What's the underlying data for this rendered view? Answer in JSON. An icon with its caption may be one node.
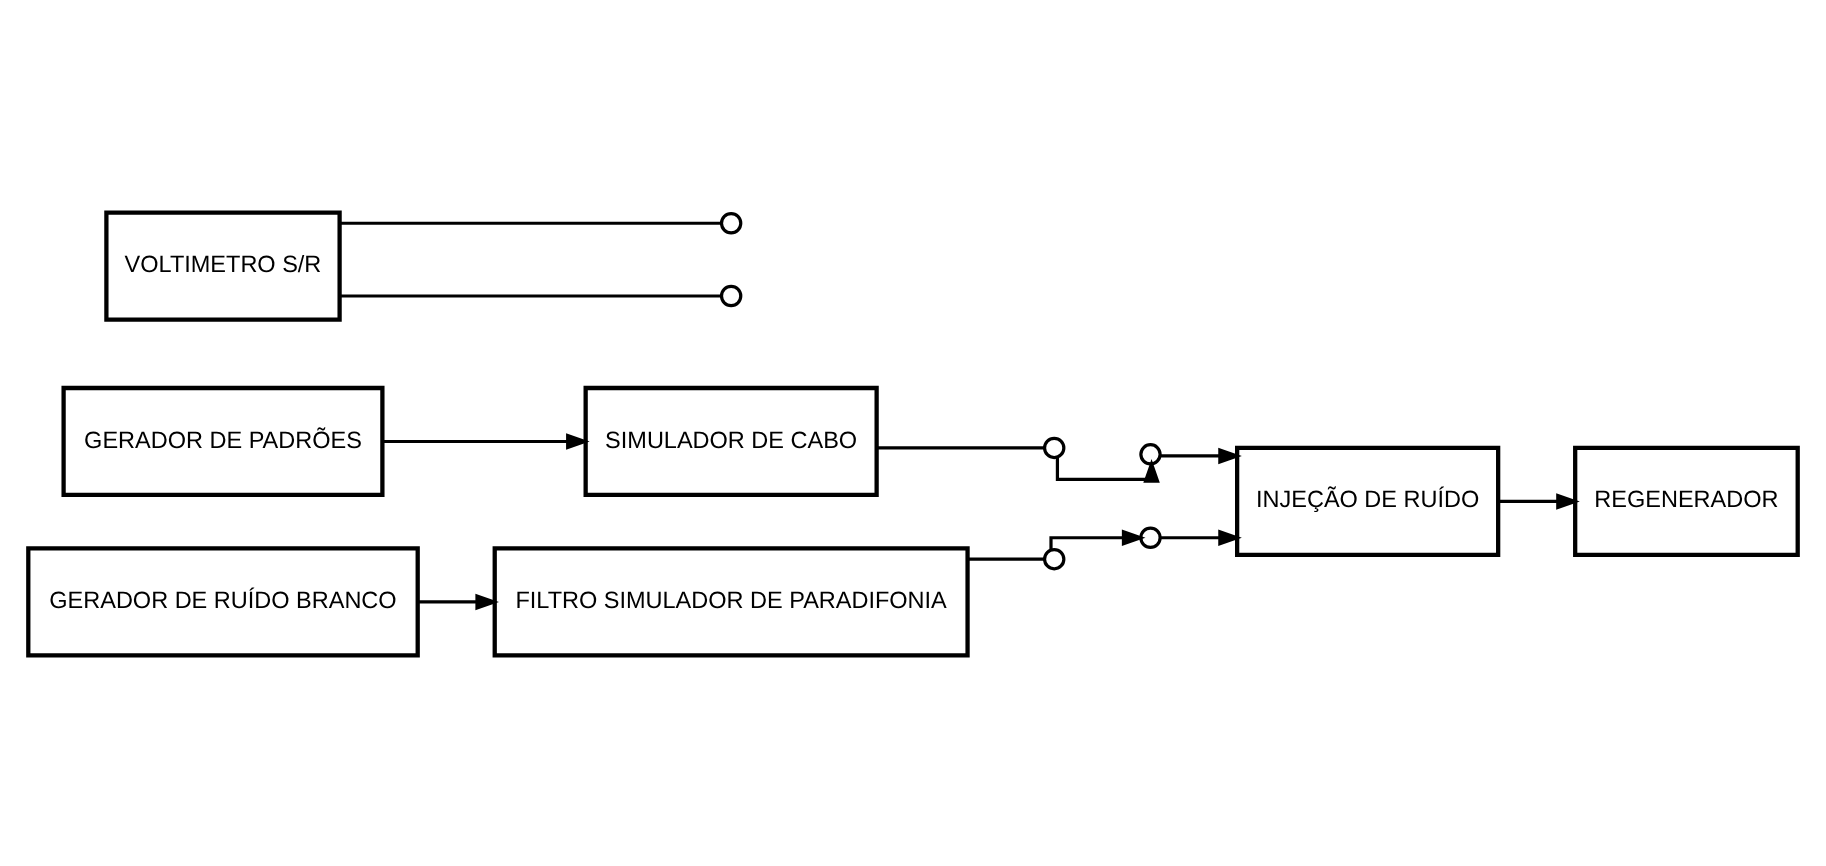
{
  "diagram": {
    "nodes": [
      {
        "text": [
          "GERADOR DE PADRÕES"
        ]
      },
      {
        "text": [
          "SIMULADOR DE CABO"
        ]
      },
      {
        "text": [],
        "shape": "circle"
      },
      {
        "text": [],
        "shape": "circle"
      },
      {
        "text": [
          "INJEÇÃO DE RUÍDO"
        ]
      },
      {
        "text": [
          "REGENERADOR"
        ]
      },
      {
        "text": [],
        "shape": "circle"
      },
      {
        "text": [
          "VOLTIMETRO S/R"
        ]
      },
      {
        "text": [],
        "shape": "circle"
      },
      {
        "text": [
          "GERADOR DE RUÍDO BRANCO"
        ]
      },
      {
        "text": [
          "FILTRO SIMULADOR DE PARADIFONIA"
        ]
      },
      {
        "text": [],
        "shape": "circle"
      },
      {
        "text": [],
        "shape": "circle"
      }
    ],
    "edges": [
      {
        "from": 0,
        "to": 1,
        "arrow": "to"
      },
      {
        "from": 1,
        "to": 2,
        "arrow": "none"
      },
      {
        "from": 2,
        "to": 3,
        "arrow": "to"
      },
      {
        "from": 3,
        "to": 4,
        "arrow": "to"
      },
      {
        "from": 4,
        "to": 5,
        "arrow": "to"
      },
      {
        "from": 7,
        "to": 6,
        "arrow": "none"
      },
      {
        "from": 7,
        "to": 8,
        "arrow": "none"
      },
      {
        "from": 9,
        "to": 10,
        "arrow": "to"
      },
      {
        "from": 10,
        "to": 11,
        "arrow": "none"
      },
      {
        "from": 11,
        "to": 12,
        "arrow": "to"
      },
      {
        "from": 12,
        "to": 4,
        "arrow": "to"
      }
    ]
  }
}
